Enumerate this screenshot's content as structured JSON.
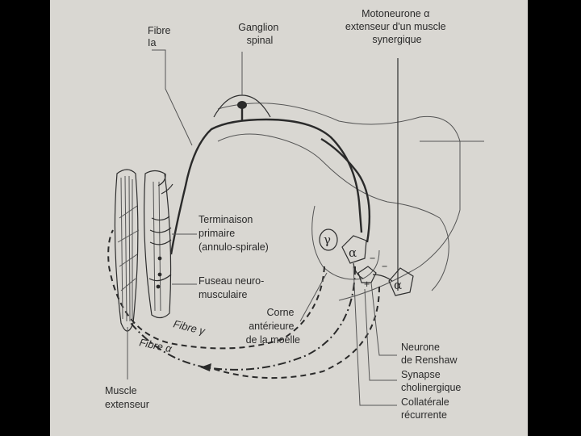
{
  "labels": {
    "fibre_ia": [
      "Fibre",
      "Ia"
    ],
    "ganglion": [
      "Ganglion",
      "spinal"
    ],
    "motoneurone": [
      "Motoneurone α",
      "extenseur d'un muscle",
      "synergique"
    ],
    "terminaison": [
      "Terminaison",
      "primaire",
      "(annulo-spirale)"
    ],
    "fuseau": [
      "Fuseau neuro-",
      "musculaire"
    ],
    "corne": [
      "Corne",
      "antérieure",
      "de la moelle"
    ],
    "fibre_gamma": "Fibre γ",
    "fibre_alpha": "Fibre α",
    "muscle": [
      "Muscle",
      "extenseur"
    ],
    "renshaw": [
      "Neurone",
      "de Renshaw"
    ],
    "synapse": [
      "Synapse",
      "cholinergique"
    ],
    "collaterale": [
      "Collatérale",
      "récurrente"
    ]
  },
  "symbols": {
    "gamma": "γ",
    "alpha": "α",
    "minus": "−",
    "plus": "+"
  },
  "colors": {
    "background": "#000000",
    "paper": "#d9d7d2",
    "ink": "#2a2a2a"
  }
}
